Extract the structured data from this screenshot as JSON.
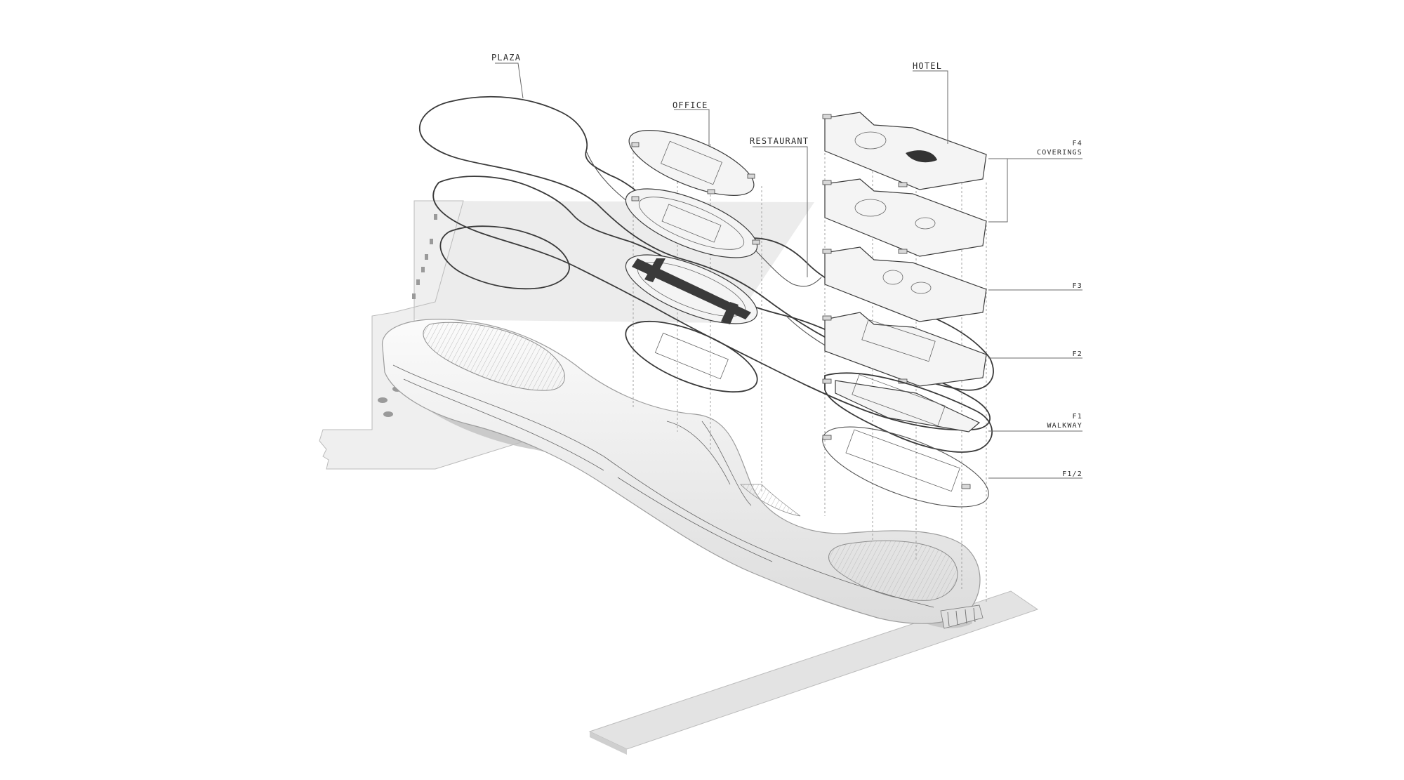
{
  "labels": {
    "plaza": "PLAZA",
    "office": "OFFICE",
    "restaurant": "RESTAURANT",
    "hotel": "HOTEL"
  },
  "floors": {
    "f4": {
      "line1": "F4",
      "line2": "COVERINGS"
    },
    "f3": {
      "line1": "F3"
    },
    "f2": {
      "line1": "F2"
    },
    "f1": {
      "line1": "F1",
      "line2": "WALKWAY"
    },
    "f1_2": {
      "line1": "F1/2"
    }
  },
  "colors": {
    "background": "#ffffff",
    "ink": "#2b2b2b",
    "ground": "#e9e9e9",
    "building": "#f0f0f0",
    "slab_dark": "#3a3a3a"
  },
  "icons": {
    "plaza_outline": "wavy-outline",
    "floor_plate": "floor-plan-plate"
  }
}
